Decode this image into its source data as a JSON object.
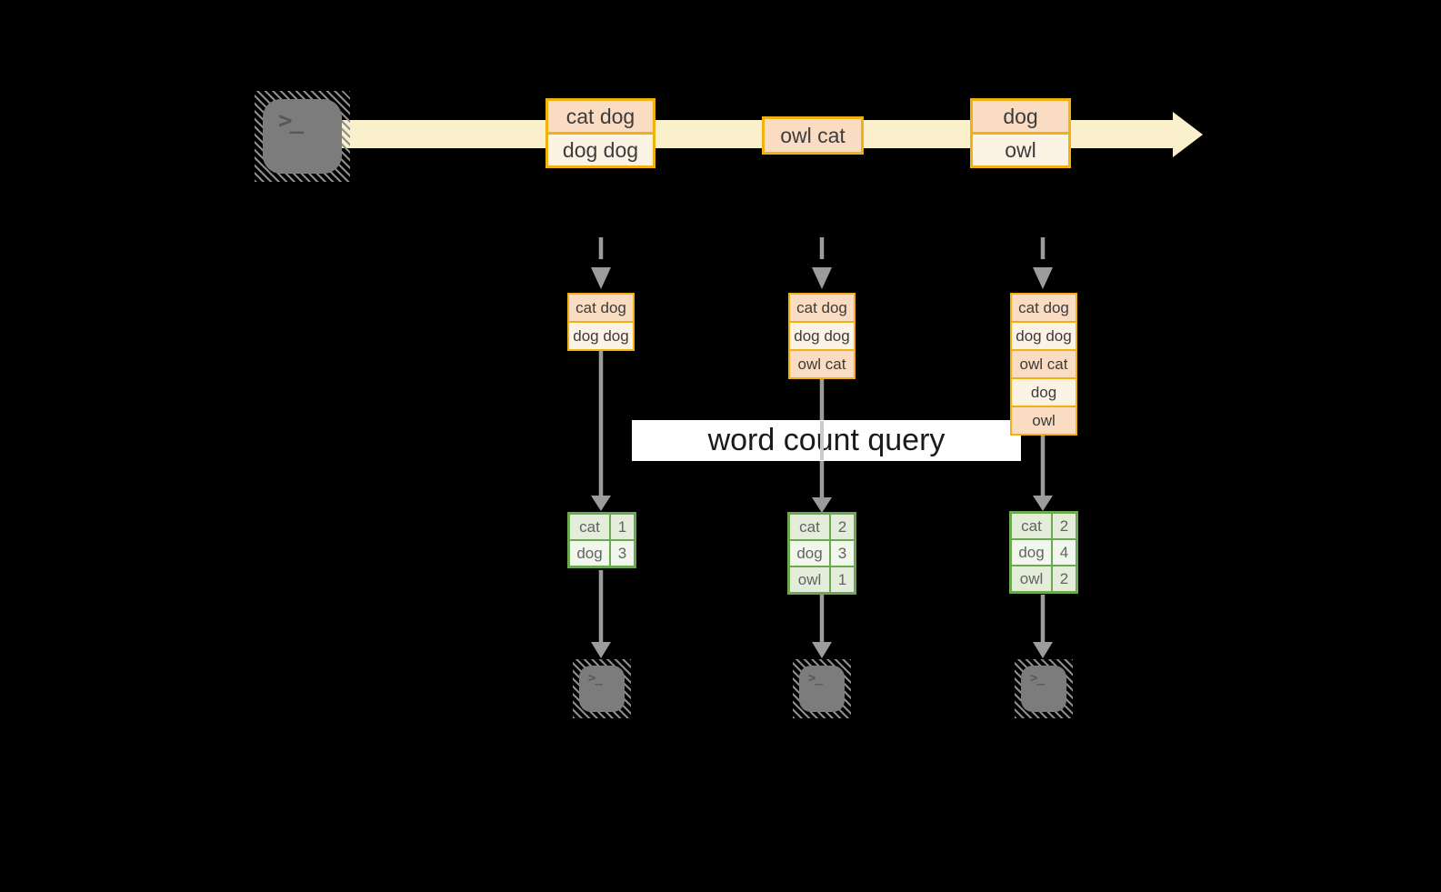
{
  "diagram": {
    "query_label": "word count query",
    "terminal_glyph": ">_",
    "stream": {
      "batches": [
        {
          "rows": [
            "cat dog",
            "dog dog"
          ]
        },
        {
          "rows": [
            "owl cat"
          ]
        },
        {
          "rows": [
            "dog",
            "owl"
          ]
        }
      ]
    },
    "columns": [
      {
        "stack": [
          "cat dog",
          "dog dog"
        ],
        "table": [
          [
            "cat",
            "1"
          ],
          [
            "dog",
            "3"
          ]
        ]
      },
      {
        "stack": [
          "cat dog",
          "dog dog",
          "owl cat"
        ],
        "table": [
          [
            "cat",
            "2"
          ],
          [
            "dog",
            "3"
          ],
          [
            "owl",
            "1"
          ]
        ]
      },
      {
        "stack": [
          "cat dog",
          "dog dog",
          "owl cat",
          "dog",
          "owl"
        ],
        "table": [
          [
            "cat",
            "2"
          ],
          [
            "dog",
            "4"
          ],
          [
            "owl",
            "2"
          ]
        ]
      }
    ]
  },
  "colors": {
    "background": "#000000",
    "stream_arrow": "#FAF0CB",
    "box_border_orange": "#F1B211",
    "box_fill_dark": "#F9DCC2",
    "box_fill_light": "#FDF3E5",
    "table_border_green": "#6BA84F",
    "table_fill_dark": "#E4ECDA",
    "table_fill_light": "#F2F7EE",
    "arrow_gray": "#9C9C9C",
    "terminal_gray": "#7C7C7C",
    "query_label_bg": "#FFFFFF",
    "query_label_text": "#1B1B1B"
  }
}
